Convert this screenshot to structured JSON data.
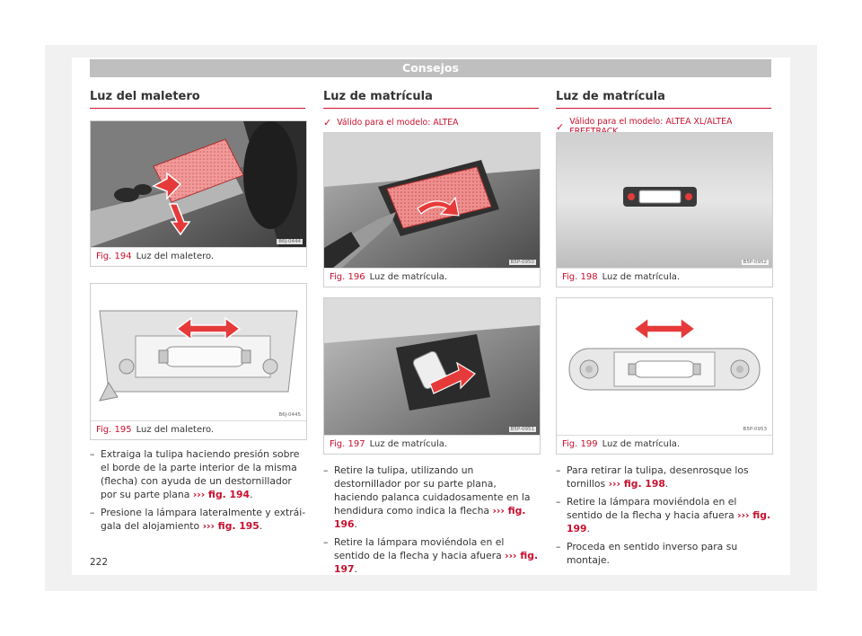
{
  "header": {
    "title": "Consejos"
  },
  "columns": [
    {
      "title": "Luz del maletero",
      "figures": [
        {
          "code": "B6J-0444",
          "label": "Fig. 194",
          "caption": "Luz del maletero."
        },
        {
          "code": "B6J-0445",
          "label": "Fig. 195",
          "caption": "Luz del maletero."
        }
      ],
      "steps": [
        {
          "text": "Extraiga la tulipa haciendo presión sobre el borde de la parte interior de la misma (fle­cha) con ayuda de un destornillador por su parte plana",
          "ref": "››› fig. 194",
          "end": "."
        },
        {
          "text": "Presione la lámpara lateralmente y extrái­gala del alojamiento",
          "ref": "››› fig. 195",
          "end": "."
        }
      ]
    },
    {
      "title": "Luz de matrícula",
      "validity": "Válido para el modelo: ALTEA",
      "figures": [
        {
          "code": "B5P-0950",
          "label": "Fig. 196",
          "caption": "Luz de matrícula."
        },
        {
          "code": "B5P-0951",
          "label": "Fig. 197",
          "caption": "Luz de matrícula."
        }
      ],
      "steps": [
        {
          "text": "Retire la tulipa, utilizando un destornillador por su parte plana, haciendo palanca cui­dadosamente en la hendidura como indica la flecha",
          "ref": "››› fig. 196",
          "end": "."
        },
        {
          "text": "Retire la lámpara moviéndola en el sentido de la flecha y hacia afuera",
          "ref": "››› fig. 197",
          "end": "."
        }
      ]
    },
    {
      "title": "Luz de matrícula",
      "validity": "Válido para el modelo: ALTEA XL/ALTEA FREETRACK",
      "figures": [
        {
          "code": "B5P-0952",
          "label": "Fig. 198",
          "caption": "Luz de matrícula."
        },
        {
          "code": "B5P-0953",
          "label": "Fig. 199",
          "caption": "Luz de matrícula."
        }
      ],
      "steps": [
        {
          "text": "Para retirar la tulipa, desenrosque los torni­llos",
          "ref": "››› fig. 198",
          "end": "."
        },
        {
          "text": "Retire la lámpara moviéndola en el sentido de la flecha y hacia afuera",
          "ref": "››› fig. 199",
          "end": "."
        },
        {
          "text": "Proceda en sentido inverso para su monta­je.",
          "ref": "",
          "end": ""
        }
      ]
    }
  ],
  "page_number": "222",
  "colors": {
    "accent": "#c8102e",
    "header_band": "#bfbfbf"
  }
}
